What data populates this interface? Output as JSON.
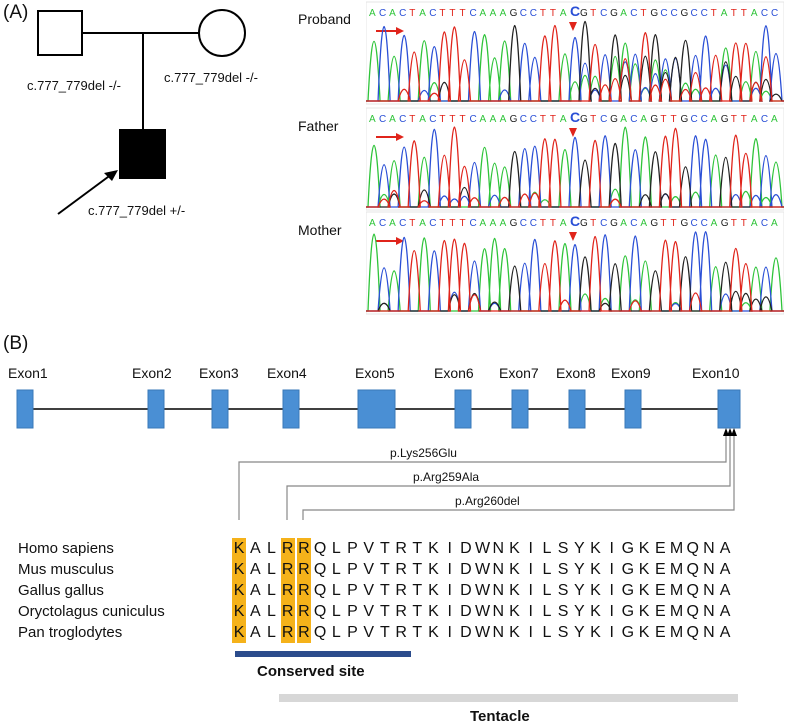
{
  "panel_a": {
    "label": "(A)",
    "pedigree": {
      "father_genotype": "c.777_779del  -/-",
      "mother_genotype": "c.777_779del  -/-",
      "proband_genotype": "c.777_779del  +/-"
    },
    "traces": [
      {
        "label": "Proband",
        "sequence": "ACACTACTTTCAAAGCCTTACGTCGACTGCCGCCTATTACC"
      },
      {
        "label": "Father",
        "sequence": "ACACTACTTTCAAAGCCTTACGTCGACAGTTGCCAGTTACA"
      },
      {
        "label": "Mother",
        "sequence": "ACACTACTTTCAAAGCCTTACGTCGACAGTTGCCAGTTACA"
      }
    ],
    "highlight_base": "C"
  },
  "panel_b": {
    "label": "(B)",
    "exons": [
      "Exon1",
      "Exon2",
      "Exon3",
      "Exon4",
      "Exon5",
      "Exon6",
      "Exon7",
      "Exon8",
      "Exon9",
      "Exon10"
    ],
    "mutations": [
      "p.Lys256Glu",
      "p.Arg259Ala",
      "p.Arg260del"
    ],
    "species": [
      "Homo sapiens",
      "Mus musculus",
      "Gallus gallus",
      "Oryctolagus cuniculus",
      "Pan troglodytes"
    ],
    "alignment_sequence": "KALRRQLPVTRTKIDWNKILSYKIGKEMQNA",
    "conserved_label": "Conserved site",
    "tentacle_label": "Tentacle"
  },
  "colors": {
    "exon": "#4a8fd4",
    "highlight": "#f5b21a",
    "conserved_bar": "#2b4c8c",
    "tentacle_bar": "#d7d7d7",
    "arrow": "#e0241b",
    "A": "#2fc43a",
    "C": "#2a4fd6",
    "G": "#222222",
    "T": "#e0241b"
  }
}
